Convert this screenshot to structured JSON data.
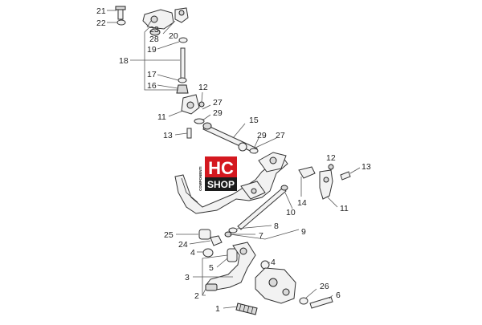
{
  "labels": {
    "l21": "21",
    "l22": "22",
    "l23": "23",
    "l20": "20",
    "l28": "28",
    "l19": "19",
    "l18": "18",
    "l17": "17",
    "l16": "16",
    "l12a": "12",
    "l27a": "27",
    "l11a": "11",
    "l29a": "29",
    "l15": "15",
    "l13a": "13",
    "l29b": "29",
    "l27b": "27",
    "l12b": "12",
    "l13b": "13",
    "l14": "14",
    "l10": "10",
    "l11b": "11",
    "l8": "8",
    "l9": "9",
    "l25": "25",
    "l7": "7",
    "l24": "24",
    "l4a": "4",
    "l5": "5",
    "l4b": "4",
    "l3": "3",
    "l2": "2",
    "l26": "26",
    "l6": "6",
    "l1": "1"
  },
  "watermark": {
    "brand_top": "HC",
    "brand_bottom": "SHOP",
    "side_text": "COMPONENTI"
  },
  "colors": {
    "watermark_red": "#d4181f",
    "watermark_dark": "#1b1b1b",
    "line": "#333333"
  }
}
